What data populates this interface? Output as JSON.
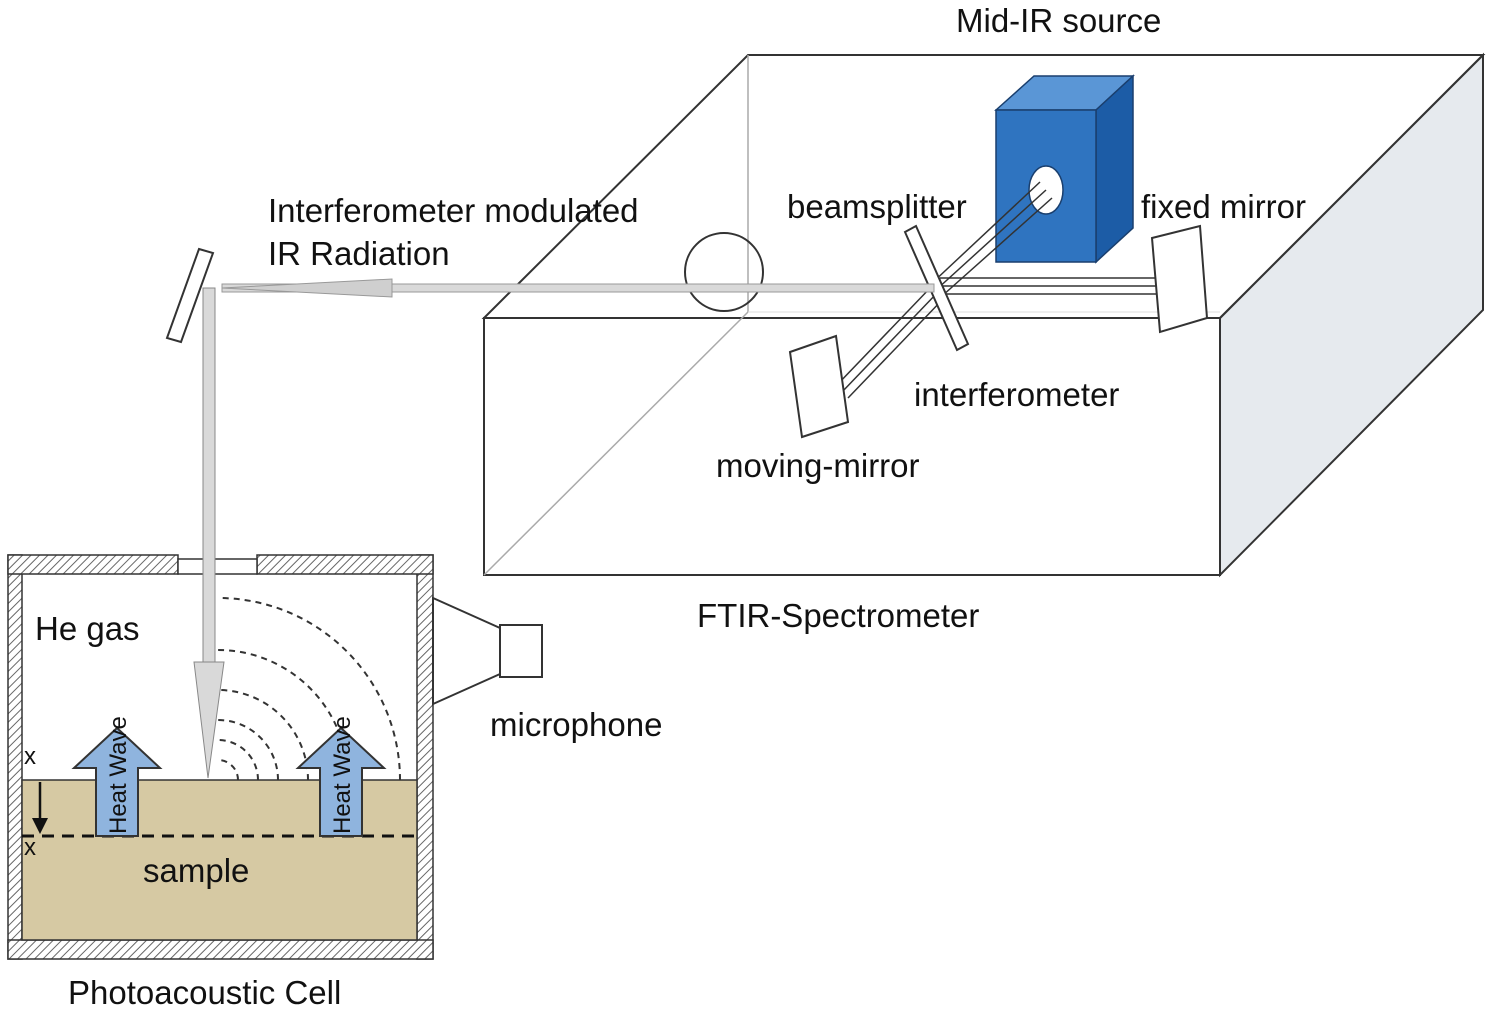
{
  "labels": {
    "mid_ir_source": "Mid-IR source",
    "interferometer_modulated_line1": "Interferometer modulated",
    "interferometer_modulated_line2": "IR Radiation",
    "beamsplitter": "beamsplitter",
    "fixed_mirror": "fixed mirror",
    "interferometer": "interferometer",
    "moving_mirror": "moving-mirror",
    "ftir_spectrometer": "FTIR-Spectrometer",
    "he_gas": "He gas",
    "microphone": "microphone",
    "heat_wave": "Heat Wave",
    "x_top": "x",
    "x_bottom": "x",
    "sample": "sample",
    "photoacoustic_cell": "Photoacoustic Cell"
  },
  "colors": {
    "source_front": "#2f74c0",
    "source_top": "#5a96d6",
    "source_side": "#1c5ca6",
    "sample_fill": "#d6c9a3",
    "heat_arrow_fill": "#8fb4de",
    "box_side_shade": "#e6eaee"
  }
}
